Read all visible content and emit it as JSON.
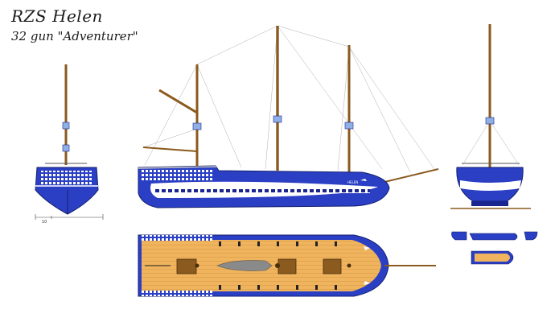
{
  "title": "RZS Helen",
  "subtitle": "32 gun \"Adventurer\"",
  "hull_name": "HELEN",
  "scale_label": "10",
  "colors": {
    "hull_blue": "#2a3fc4",
    "hull_dark": "#1a2590",
    "deck": "#f0b45e",
    "mast": "#8a5a1e",
    "top_blue": "#8fb0e6"
  }
}
